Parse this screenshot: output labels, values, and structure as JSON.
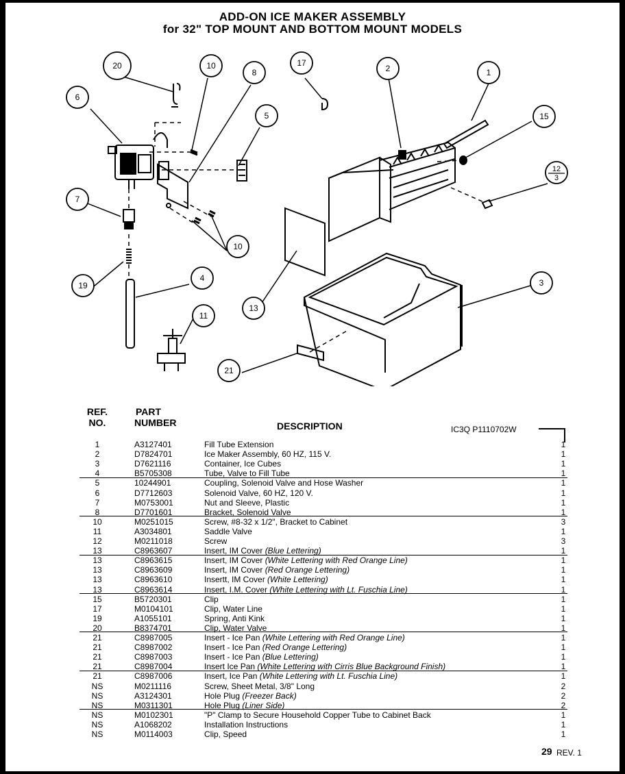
{
  "title_line1": "ADD-ON ICE MAKER ASSEMBLY",
  "title_line2": "for 32\" TOP MOUNT AND BOTTOM MOUNT MODELS",
  "callouts": [
    "20",
    "10",
    "8",
    "17",
    "2",
    "1",
    "6",
    "5",
    "15",
    "12",
    "3",
    "7",
    "10",
    "19",
    "4",
    "13",
    "3",
    "11",
    "21"
  ],
  "table": {
    "col_ref_line1": "REF.",
    "col_ref_line2": "NO.",
    "col_part_line1": "PART",
    "col_part_line2": "NUMBER",
    "col_desc": "DESCRIPTION",
    "model_code": "IC3Q  P1110702W",
    "rows": [
      {
        "ref": "1",
        "part": "A3127401",
        "desc": "Fill Tube Extension",
        "qty": "1"
      },
      {
        "ref": "2",
        "part": "D7824701",
        "desc": "Ice Maker Assembly, 60 HZ, 115 V.",
        "qty": "1"
      },
      {
        "ref": "3",
        "part": "D7621116",
        "desc": "Container, Ice Cubes",
        "qty": "1"
      },
      {
        "ref": "4",
        "part": "B5705308",
        "desc": "Tube, Valve to Fill Tube",
        "qty": "1"
      },
      {
        "ref": "5",
        "part": "10244901",
        "desc": "Coupling, Solenoid Valve and Hose Washer",
        "qty": "1"
      },
      {
        "ref": "6",
        "part": "D7712603",
        "desc": "Solenoid Valve, 60 HZ, 120 V.",
        "qty": "1"
      },
      {
        "ref": "7",
        "part": "M0753001",
        "desc": "Nut and Sleeve, Plastic",
        "qty": "1"
      },
      {
        "ref": "8",
        "part": "D7701601",
        "desc": "Bracket, Solenoid Valve",
        "qty": "1"
      },
      {
        "ref": "10",
        "part": "M0251015",
        "desc": "Screw, #8-32 x 1/2\", Bracket to Cabinet",
        "qty": "3"
      },
      {
        "ref": "11",
        "part": "A3034801",
        "desc": "Saddle Valve",
        "qty": "1"
      },
      {
        "ref": "12",
        "part": "M0211018",
        "desc": "Screw",
        "qty": "3"
      },
      {
        "ref": "13",
        "part": "C8963607",
        "desc": "Insert, IM Cover  (Blue Lettering)",
        "qty": "1"
      },
      {
        "ref": "13",
        "part": "C8963615",
        "desc": "Insert, IM Cover  (White Lettering with Red Orange Line)",
        "qty": "1"
      },
      {
        "ref": "13",
        "part": "C8963609",
        "desc": "Insert, IM Cover  (Red Orange Lettering)",
        "qty": "1"
      },
      {
        "ref": "13",
        "part": "C8963610",
        "desc": "Insertt, IM Cover  (White Lettering)",
        "qty": "1"
      },
      {
        "ref": "13",
        "part": "C8963614",
        "desc": "Insert, I.M. Cover  (White Lettering with Lt. Fuschia Line)",
        "qty": "1"
      },
      {
        "ref": "15",
        "part": "B5720301",
        "desc": "Clip",
        "qty": "1"
      },
      {
        "ref": "17",
        "part": "M0104101",
        "desc": "Clip, Water Line",
        "qty": "1"
      },
      {
        "ref": "19",
        "part": "A1055101",
        "desc": "Spring, Anti Kink",
        "qty": "1"
      },
      {
        "ref": "20",
        "part": "B8374701",
        "desc": "Clip, Water Valve",
        "qty": "1"
      },
      {
        "ref": "21",
        "part": "C8987005",
        "desc": "Insert  -  Ice Pan  (White Lettering with Red Orange Line)",
        "qty": "1"
      },
      {
        "ref": "21",
        "part": "C8987002",
        "desc": "Insert  -  Ice Pan  (Red Orange Lettering)",
        "qty": "1"
      },
      {
        "ref": "21",
        "part": "C8987003",
        "desc": "Insert  -  Ice Pan  (Blue Lettering)",
        "qty": "1"
      },
      {
        "ref": "21",
        "part": "C8987004",
        "desc": "Insert Ice Pan  (White Lettering with Cirris Blue Background Finish)",
        "qty": "1"
      },
      {
        "ref": "21",
        "part": "C8987006",
        "desc": "Insert, Ice Pan  (White Lettering with Lt. Fuschia Line)",
        "qty": "1"
      },
      {
        "ref": "NS",
        "part": "M0211116",
        "desc": "Screw, Sheet Metal, 3/8\" Long",
        "qty": "2"
      },
      {
        "ref": "NS",
        "part": "A3124301",
        "desc": "Hole Plug  (Freezer Back)",
        "qty": "2"
      },
      {
        "ref": "NS",
        "part": "M0311301",
        "desc": "Hole Plug  (Liner Side)",
        "qty": "2"
      },
      {
        "ref": "NS",
        "part": "M0102301",
        "desc": "\"P\" Clamp to Secure Household Copper Tube to Cabinet Back",
        "qty": "1"
      },
      {
        "ref": "NS",
        "part": "A1068202",
        "desc": "Installation Instructions",
        "qty": "1"
      },
      {
        "ref": "NS",
        "part": "M0114003",
        "desc": "Clip, Speed",
        "qty": "1"
      }
    ]
  },
  "page_number": "29",
  "revision": "REV. 1"
}
